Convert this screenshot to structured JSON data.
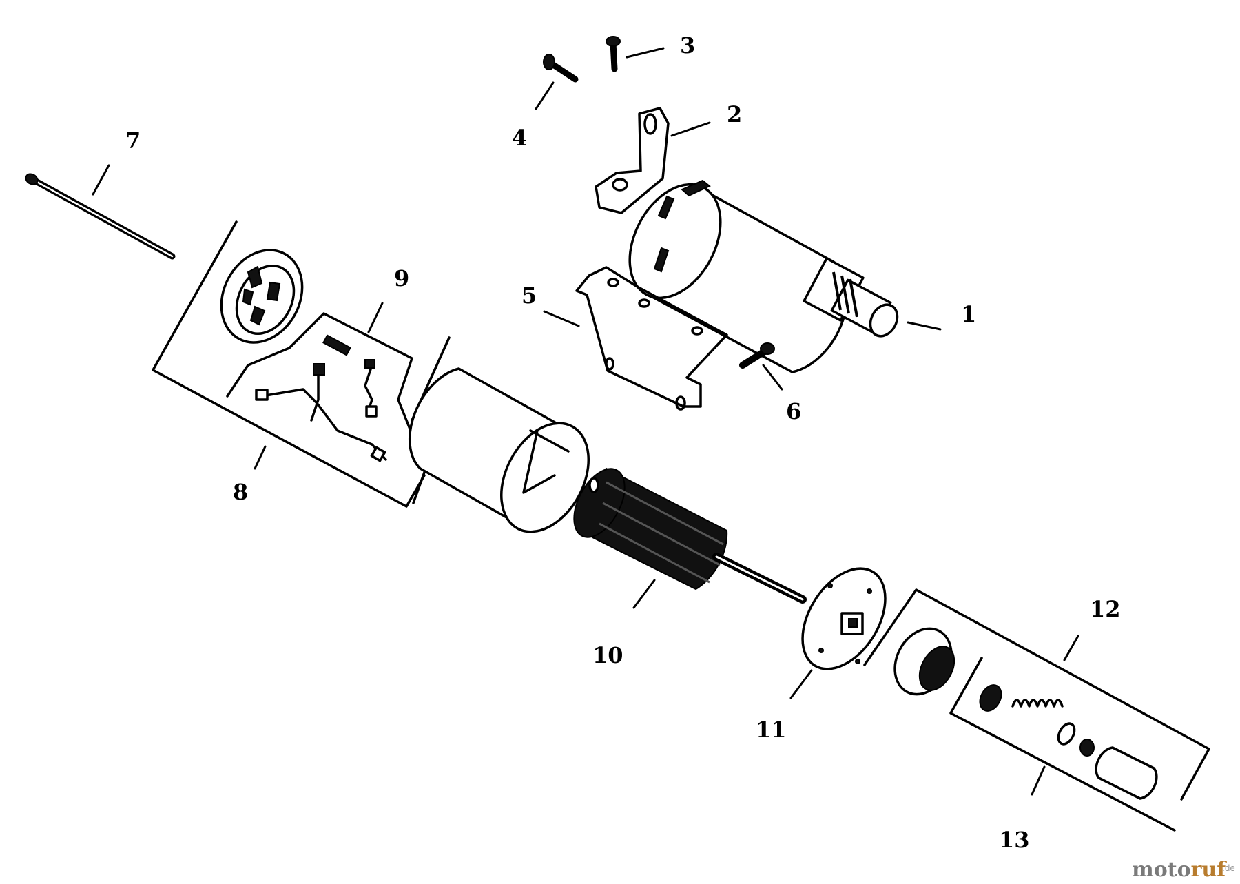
{
  "callouts": {
    "p1": "1",
    "p2": "2",
    "p3": "3",
    "p4": "4",
    "p5": "5",
    "p6": "6",
    "p7": "7",
    "p8": "8",
    "p9": "9",
    "p10": "10",
    "p11": "11",
    "p12": "12",
    "p13": "13"
  },
  "watermark": {
    "brand_a": "moto",
    "brand_b": "ruf",
    "suffix": ".de",
    "color_a": "#7a7a7a",
    "color_b": "#b87c2e"
  }
}
